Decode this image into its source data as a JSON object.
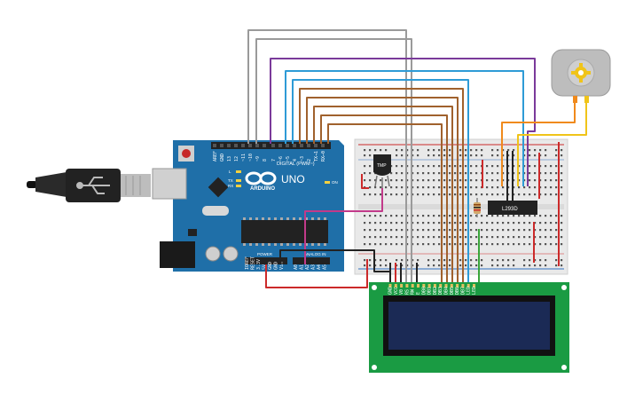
{
  "arduino": {
    "logo_text": "ARDUINO",
    "model": "UNO",
    "digital_header": "DIGITAL (PWM~)",
    "power_header": "POWER",
    "analog_header": "ANALOG IN",
    "digital_pins": [
      "AREF",
      "GND",
      "13",
      "12",
      "~11",
      "~10",
      "~9",
      "8",
      "7",
      "~6",
      "~5",
      "4",
      "~3",
      "2",
      "TX→1",
      "RX←0"
    ],
    "led_labels": [
      "L",
      "TX",
      "RX",
      "ON"
    ],
    "power_pins": [
      "IOREF",
      "RESET",
      "3.3V",
      "5V",
      "GND",
      "GND",
      "Vin"
    ],
    "analog_pins": [
      "A0",
      "A1",
      "A2",
      "A3",
      "A4",
      "A5"
    ]
  },
  "components": {
    "sensor_label": "TMP",
    "driver_label": "L293D"
  },
  "lcd": {
    "pin_labels": [
      "GND",
      "VCC",
      "V0",
      "RS",
      "RW",
      "E",
      "DB0",
      "DB1",
      "DB2",
      "DB3",
      "DB4",
      "DB5",
      "DB6",
      "DB7",
      "LED",
      "LED"
    ]
  },
  "colors": {
    "arduino_board": "#1f6fa8",
    "breadboard": "#e9e9e9",
    "lcd_pcb": "#1a9b43",
    "lcd_screen": "#1b2a55",
    "wire_gray": "#9a9a9a",
    "wire_purple": "#7a3a9a",
    "wire_blue": "#2e9bd6",
    "wire_brown": "#a0612d",
    "wire_red": "#cc2a2a",
    "wire_black": "#222222",
    "wire_orange": "#f08a1c",
    "wire_yellow": "#f0c419",
    "wire_green": "#3aa53a",
    "wire_magenta": "#c23a8a"
  }
}
